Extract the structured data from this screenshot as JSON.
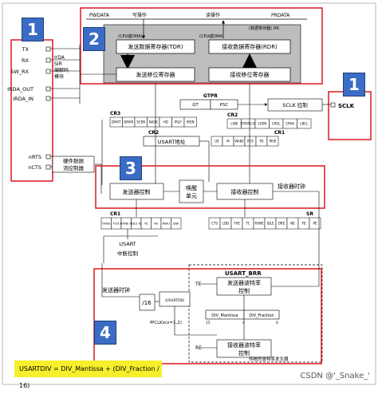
{
  "badges": [
    "1",
    "2",
    "1",
    "3",
    "4"
  ],
  "top_bus": {
    "pwdata": "PWDATA",
    "prdata": "PRDATA",
    "write_op": "写操作",
    "read_op": "读操作",
    "cpu_dma_1": "(CPU或DMA)",
    "cpu_dma_2": "(CPU或DMA)",
    "data_reg": "(数据寄存器) DR"
  },
  "tdr": "发送数据寄存器(TDR)",
  "rdr": "接收数据寄存器(RDR)",
  "tx_shift": "发送移位寄存器",
  "rx_shift": "接收移位寄存器",
  "pins_left": [
    "TX",
    "RX",
    "SW_RX",
    "IRDA_OUT",
    "IRDA_IN"
  ],
  "irda": [
    "IrDA",
    "SIR",
    "编解码",
    "模块"
  ],
  "pins_flow": [
    "nRTS",
    "nCTS"
  ],
  "hw_flow": [
    "硬件数据",
    "流控制器"
  ],
  "sclk_pin": "SCLK",
  "gtpr": {
    "title": "GTPR",
    "gt": "GT",
    "psc": "PSC"
  },
  "sclk_ctrl": "SCLK 控制",
  "cr3": {
    "title": "CR3",
    "bits": [
      "DMAT",
      "DMAR",
      "SCEN",
      "NACK",
      "HD",
      "IRLP",
      "IREN"
    ]
  },
  "cr2_top": {
    "title": "CR2",
    "bits": [
      "LINE",
      "STOP[1:0]",
      "CKEN",
      "CPOL",
      "CPHA",
      "LBCL"
    ]
  },
  "cr2_addr": {
    "title": "CR2",
    "label": "USART地址"
  },
  "cr1_top": {
    "title": "CR1",
    "bits": [
      "UE",
      "M",
      "WAKE",
      "PCE",
      "PS",
      "PEIE"
    ]
  },
  "tx_ctrl": "发送器控制",
  "wake": [
    "唤醒",
    "单元"
  ],
  "rx_ctrl": "接收器控制",
  "rx_clock": "接收器时钟",
  "cr1_bottom": {
    "title": "CR1",
    "bits": [
      "TXEIE",
      "TCIE",
      "RXNE IE",
      "IDLE IE",
      "TE",
      "RE",
      "RWU",
      "SBK"
    ]
  },
  "sr": {
    "title": "SR",
    "bits": [
      "CTS",
      "LBD",
      "TXE",
      "TC",
      "RXNE",
      "IDLE",
      "ORE",
      "NE",
      "FE",
      "PE"
    ]
  },
  "irq": [
    "USART",
    "中断控制"
  ],
  "brr": {
    "title": "USART_BRR",
    "te": "TE",
    "re": "RE",
    "tx_rate": [
      "发送器波特率",
      "控制"
    ],
    "rx_rate": [
      "接收器波特率",
      "控制"
    ],
    "mantissa": "DIV_Mantissa",
    "fraction": "DIV_Fraction",
    "tick_a": "15",
    "tick_b": "4",
    "tick_c": "0",
    "generator": "传统的波特率发生器"
  },
  "tx_clock": "发送器时钟",
  "div16": "/16",
  "usartdiv": "/USARTDIV",
  "pclk": "fPCLKx(x=1,2)",
  "formula": "USARTDIV = DIV_Mantissa + (DIV_Fraction / 16)",
  "credit": "CSDN @'_Snake_'",
  "colors": {
    "red": "#e0262d",
    "blue": "#3b6cc5",
    "gray": "#bdbdbd",
    "yellow": "#f7ef2b"
  }
}
